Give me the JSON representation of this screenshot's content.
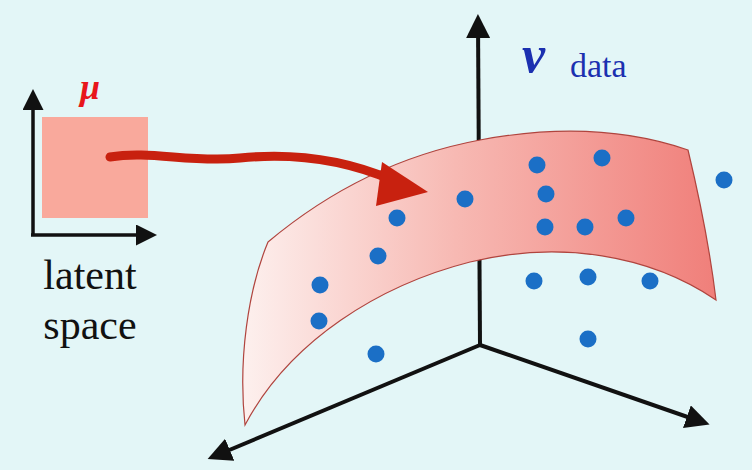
{
  "diagram": {
    "labels": [
      "μ",
      "ν",
      "data",
      "latent space"
    ]
  }
}
